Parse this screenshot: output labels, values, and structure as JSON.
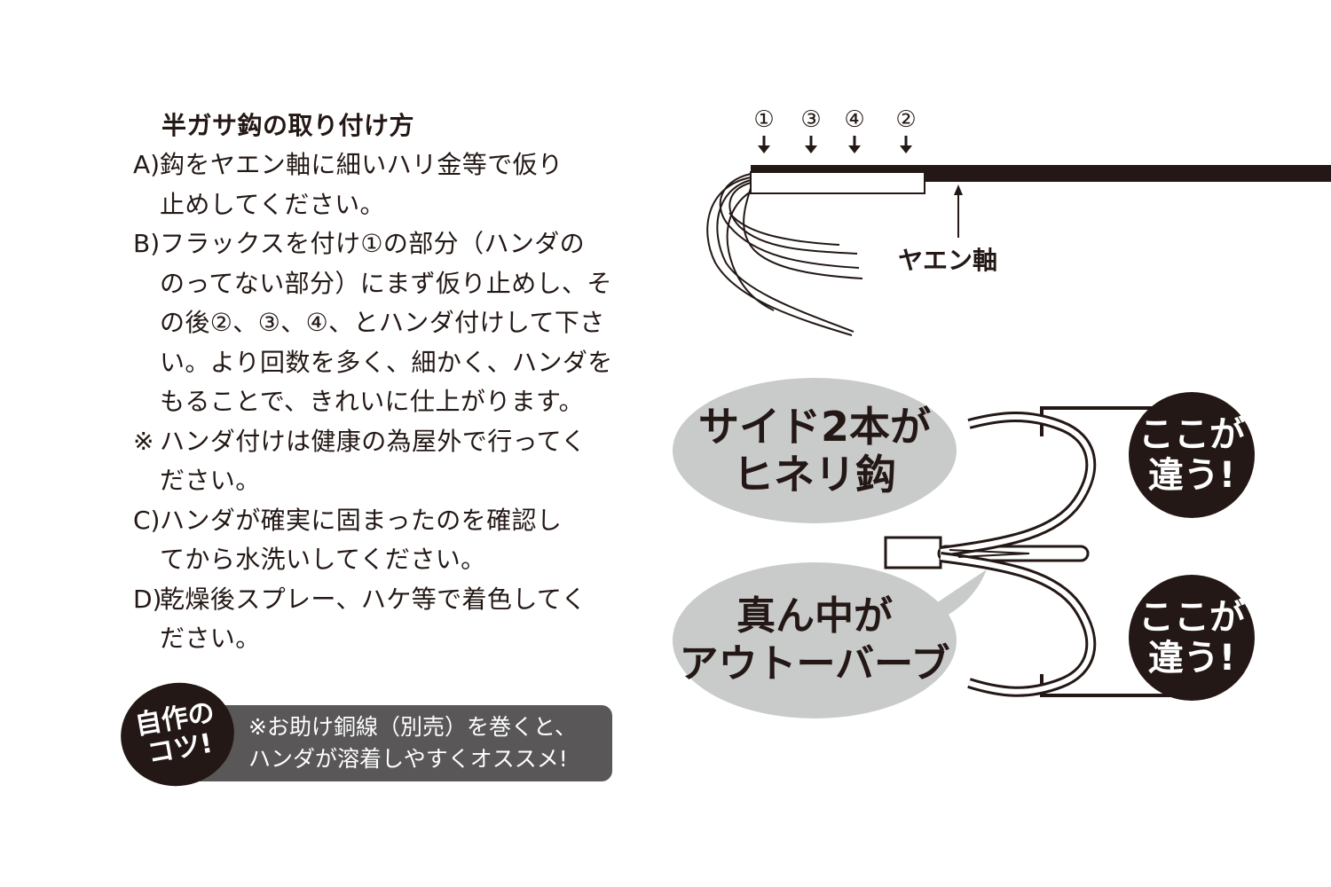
{
  "instructions": {
    "title": "半ガサ鈎の取り付け方",
    "steps": [
      {
        "label": "A)",
        "lines": [
          "鈎をヤエン軸に細いハリ金等で仮り",
          "止めしてください。"
        ]
      },
      {
        "label": "B)",
        "lines": [
          "フラックスを付け①の部分（ハンダの",
          "のってない部分）にまず仮り止めし、そ",
          "の後②、③、④、とハンダ付けして下さ",
          "い。より回数を多く、細かく、ハンダを",
          "もることで、きれいに仕上がります。"
        ]
      },
      {
        "label": "※",
        "lines": [
          "ハンダ付けは健康の為屋外で行ってく",
          "ださい。"
        ]
      },
      {
        "label": "C)",
        "lines": [
          "ハンダが確実に固まったのを確認し",
          "てから水洗いしてください。"
        ]
      },
      {
        "label": "D)",
        "lines": [
          "乾燥後スプレー、ハケ等で着色してく",
          "ださい。"
        ]
      }
    ]
  },
  "tip": {
    "badge_line1": "自作の",
    "badge_line2": "コツ!",
    "text_line1": "※お助け銅線（別売）を巻くと、",
    "text_line2": "ハンダが溶着しやすくオススメ!"
  },
  "solder_diagram": {
    "points": [
      "①",
      "③",
      "④",
      "②"
    ],
    "shaft_label": "ヤエン軸"
  },
  "hook_comparison": {
    "side_bubble_line1": "サイド2本が",
    "side_bubble_line2": "ヒネリ鈎",
    "center_bubble_line1": "真ん中が",
    "center_bubble_line2": "アウトーバーブ",
    "diff_line1": "ここが",
    "diff_line2": "違う!"
  },
  "colors": {
    "ink": "#231815",
    "bubble_gray": "#c9caca",
    "tip_gray": "#595757"
  }
}
